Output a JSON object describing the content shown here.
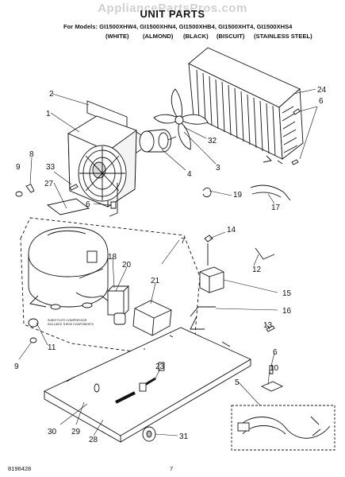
{
  "watermark": "AppliancePartsPros.com",
  "title": "UNIT PARTS",
  "models_label": "For Models:",
  "models": [
    "GI1500XHW4",
    "GI1500XHN4",
    "GI1500XHB4",
    "GI1500XHT4",
    "GI1500XHS4"
  ],
  "colors": [
    "(WHITE)",
    "(ALMOND)",
    "(BLACK)",
    "(BISCUIT)",
    "(STAINLESS STEEL)"
  ],
  "compressor_note": [
    "SUBSTITUTE COMPRESSOR",
    "INCLUDES THESE COMPONENTS"
  ],
  "callouts": {
    "c1": "1",
    "c2": "2",
    "c3": "3",
    "c4": "4",
    "c5": "5",
    "c6a": "6",
    "c6b": "6",
    "c6c": "6",
    "c7": "7",
    "c8": "8",
    "c9a": "9",
    "c9b": "9",
    "c10": "10",
    "c11": "11",
    "c12": "12",
    "c13": "13",
    "c14": "14",
    "c15": "15",
    "c16": "16",
    "c17": "17",
    "c18": "18",
    "c19": "19",
    "c20": "20",
    "c21": "21",
    "c23": "23",
    "c24": "24",
    "c27": "27",
    "c28": "28",
    "c29": "29",
    "c30": "30",
    "c31": "31",
    "c32": "32",
    "c33": "33"
  },
  "footer": {
    "doc_number": "8196428",
    "page_number": "7"
  }
}
